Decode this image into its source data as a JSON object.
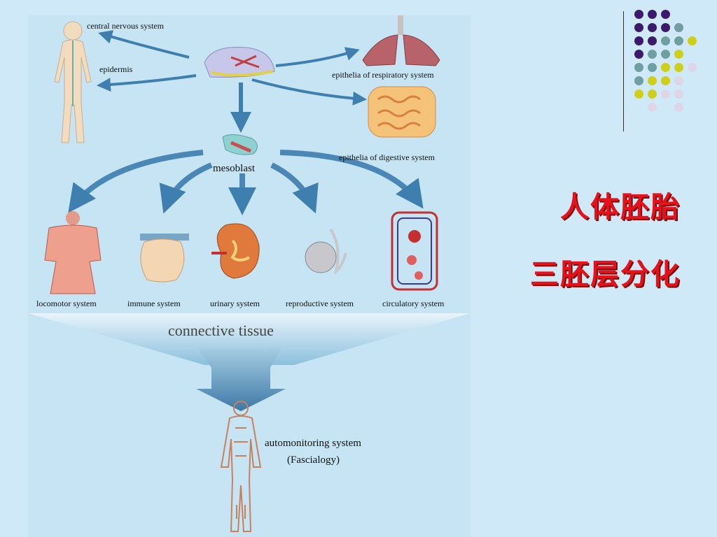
{
  "diagram": {
    "labels": {
      "cns": "central nervous system",
      "epidermis": "epidermis",
      "respiratory": "epithelia of respiratory system",
      "digestive": "epithelia of digestive system",
      "mesoblast": "mesoblast",
      "locomotor": "locomotor system",
      "immune": "immune system",
      "urinary": "urinary system",
      "reproductive": "reproductive system",
      "circulatory": "circulatory system",
      "connective": "connective tissue",
      "automonitoring": "automonitoring system",
      "fascialogy": "(Fascialogy)"
    }
  },
  "title": {
    "line1": "人体胚胎",
    "line2": "三胚层分化"
  },
  "decoration": {
    "dot_colors": {
      "purple": "#3b1a6b",
      "teal": "#6f9fa0",
      "yellow": "#cfcf1a",
      "lavender": "#ddd6e6"
    }
  }
}
